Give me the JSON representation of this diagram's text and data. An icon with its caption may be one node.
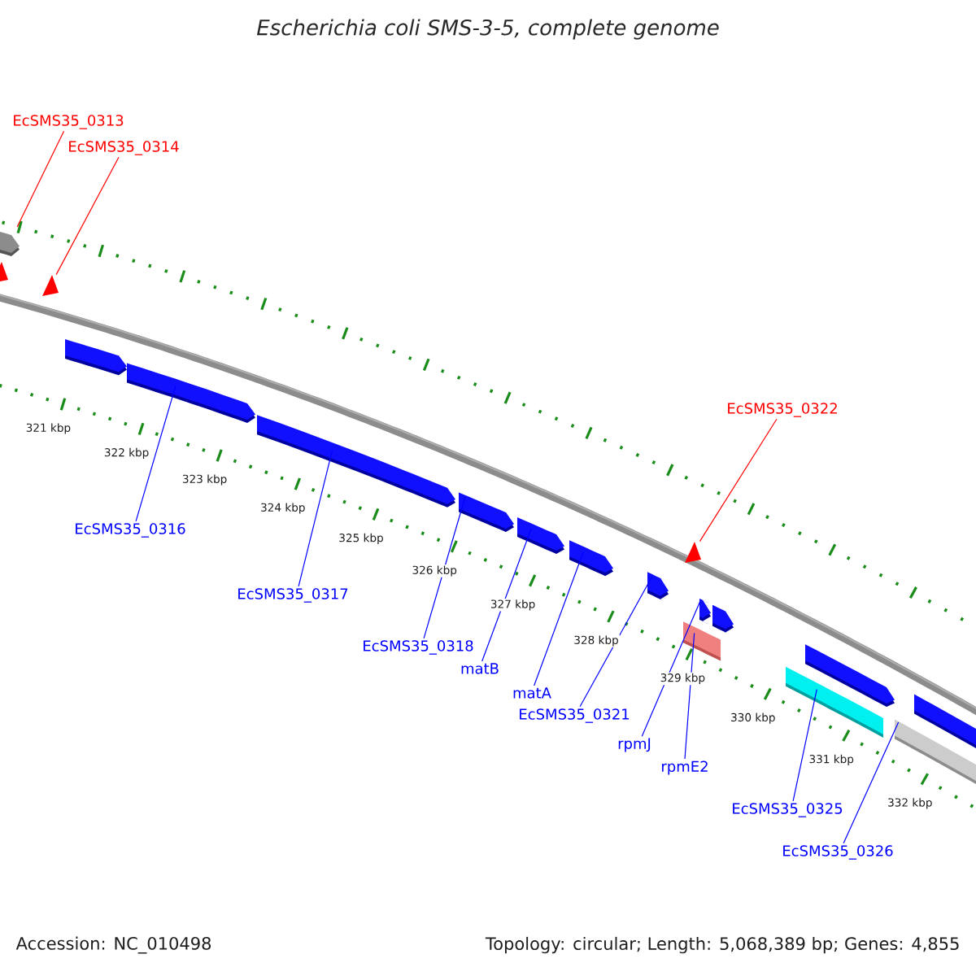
{
  "diagram": {
    "title": "Escherichia coli SMS-3-5, complete genome",
    "nodes": [
      {
        "text": [
          "EcSMS35_0313"
        ]
      },
      {
        "text": [
          "EcSMS35_0314"
        ]
      },
      {
        "text": [
          "EcSMS35_0322"
        ]
      },
      {
        "text": [
          "EcSMS35_0316"
        ]
      },
      {
        "text": [
          "EcSMS35_0317"
        ]
      },
      {
        "text": [
          "EcSMS35_0318"
        ]
      },
      {
        "text": [
          "matB"
        ]
      },
      {
        "text": [
          "matA"
        ]
      },
      {
        "text": [
          "EcSMS35_0321"
        ]
      },
      {
        "text": [
          "rpmJ"
        ]
      },
      {
        "text": [
          "rpmE2"
        ]
      },
      {
        "text": [
          "EcSMS35_0325"
        ]
      },
      {
        "text": [
          "EcSMS35_0326"
        ]
      },
      {
        "text": [],
        "shape": "pentagon"
      },
      {
        "text": [],
        "shape": "triangle"
      },
      {
        "text": [],
        "shape": "triangle"
      },
      {
        "text": [],
        "shape": "pentagon"
      },
      {
        "text": [],
        "shape": "pentagon"
      },
      {
        "text": [],
        "shape": "pentagon"
      },
      {
        "text": [],
        "shape": "pentagon"
      },
      {
        "text": [],
        "shape": "pentagon"
      },
      {
        "text": [],
        "shape": "pentagon"
      },
      {
        "text": [],
        "shape": "pentagon"
      },
      {
        "text": [],
        "shape": "box"
      },
      {
        "text": [],
        "shape": "triangle"
      },
      {
        "text": [],
        "shape": "pentagon"
      },
      {
        "text": [],
        "shape": "pentagon"
      },
      {
        "text": [],
        "shape": "box"
      },
      {
        "text": [],
        "shape": "pentagon"
      },
      {
        "text": [],
        "shape": "box"
      },
      {
        "text": [],
        "shape": "pentagon"
      }
    ],
    "edges": [
      {
        "from": 0,
        "to": 13,
        "arrow": "none",
        "color": "#ff0000"
      },
      {
        "from": 1,
        "to": 15,
        "arrow": "none",
        "color": "#ff0000"
      },
      {
        "from": 2,
        "to": 24,
        "arrow": "none",
        "color": "#ff0000"
      },
      {
        "from": 3,
        "to": 17,
        "arrow": "none"
      },
      {
        "from": 4,
        "to": 18,
        "arrow": "none"
      },
      {
        "from": 5,
        "to": 19,
        "arrow": "none"
      },
      {
        "from": 6,
        "to": 20,
        "arrow": "none"
      },
      {
        "from": 7,
        "to": 21,
        "arrow": "none"
      },
      {
        "from": 8,
        "to": 22,
        "arrow": "none"
      },
      {
        "from": 9,
        "to": 25,
        "arrow": "none"
      },
      {
        "from": 10,
        "to": 23,
        "arrow": "none"
      },
      {
        "from": 11,
        "to": 27,
        "arrow": "none"
      },
      {
        "from": 12,
        "to": 29,
        "arrow": "none"
      }
    ],
    "labels": [
      "321 kbp",
      "322 kbp",
      "323 kbp",
      "324 kbp",
      "325 kbp",
      "326 kbp",
      "327 kbp",
      "328 kbp",
      "329 kbp",
      "330 kbp",
      "331 kbp",
      "332 kbp",
      "Accession: NC_010498",
      "Topology: circular; Length: 5,068,389 bp; Genes: 4,855"
    ]
  }
}
